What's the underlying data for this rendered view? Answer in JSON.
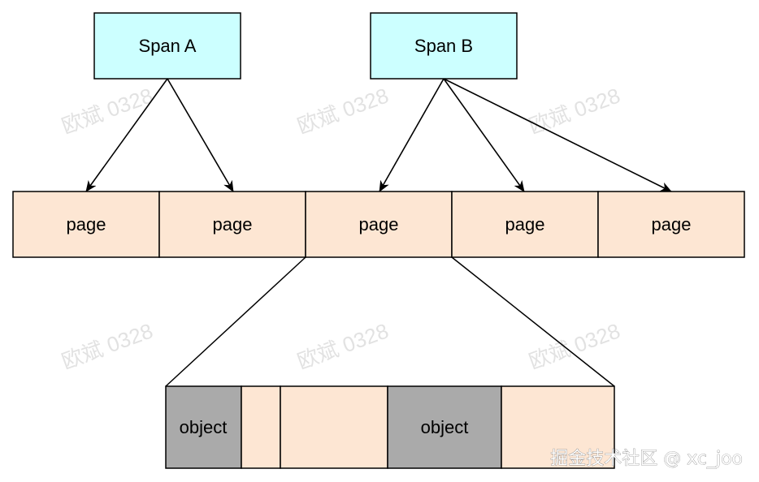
{
  "spans": [
    {
      "label": "Span A"
    },
    {
      "label": "Span B"
    }
  ],
  "pages": [
    {
      "label": "page"
    },
    {
      "label": "page"
    },
    {
      "label": "page"
    },
    {
      "label": "page"
    },
    {
      "label": "page"
    }
  ],
  "objects": [
    {
      "label": "object",
      "filled": true
    },
    {
      "label": "",
      "filled": false
    },
    {
      "label": "",
      "filled": false
    },
    {
      "label": "object",
      "filled": true
    },
    {
      "label": "",
      "filled": false
    }
  ],
  "watermark": "欧斌 0328",
  "site_mark": "掘金技术社区 @ xc_joo",
  "colors": {
    "span_fill": "#ccffff",
    "page_fill": "#fde6d3",
    "object_fill": "#aaaaaa",
    "stroke": "#000000"
  }
}
